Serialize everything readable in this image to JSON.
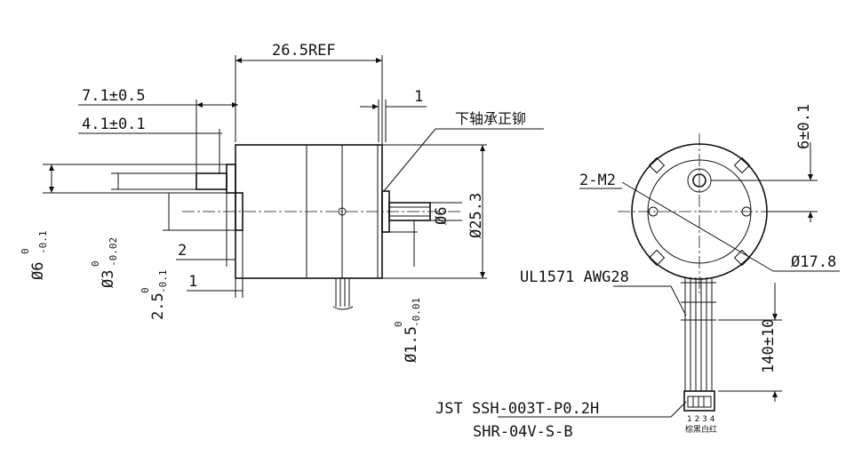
{
  "side_view": {
    "overall_length": "26.5REF",
    "dim_7_1": "7.1±0.5",
    "dim_4_1": "4.1±0.1",
    "dim_1_top": "1",
    "bearing_label": "下轴承正铆",
    "dia_6_right": "Ø6",
    "dia_25_3": "Ø25.3",
    "dim_2": "2",
    "dim_1_bottom": "1",
    "dia_6_left_main": "Ø6",
    "dia_6_left_tol_upper": "0",
    "dia_6_left_tol_lower": "-0.1",
    "dia_3_main": "Ø3",
    "dia_3_tol_upper": "0",
    "dia_3_tol_lower": "-0.02",
    "dim_2_5_main": "2.5",
    "dim_2_5_tol_upper": "0",
    "dim_2_5_tol_lower": "-0.1",
    "dia_1_5_main": "Ø1.5",
    "dia_1_5_tol_upper": "0",
    "dia_1_5_tol_lower": "-0.01"
  },
  "end_view": {
    "dim_6": "6±0.1",
    "thread": "2-M2",
    "dia_17_8": "Ø17.8",
    "wire_spec": "UL1571 AWG28",
    "lead_length": "140±10"
  },
  "connector": {
    "housing": "JST   SSH-003T-P0.2H",
    "terminal": "SHR-04V-S-B",
    "pin_numbers": "1 2 3 4",
    "pin_colors": "棕黑白红"
  }
}
